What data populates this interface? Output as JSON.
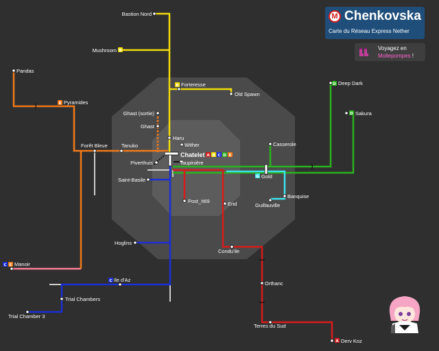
{
  "title": {
    "name": "Chenkovska",
    "subtitle": "Carte du Réseau Express Nether",
    "logo_letter": "M"
  },
  "promo": {
    "line1": "Voyagez en",
    "highlight": "Mollepompes",
    "suffix": " !"
  },
  "colors": {
    "background": "#2f2f2f",
    "zone_outer": "#4a4a4a",
    "zone_inner": "#5a5a5a",
    "line_A": "#d81b1b",
    "line_B": "#f2dc0a",
    "line_C": "#1a2fd6",
    "line_D": "#2ab31f",
    "line_E": "#f07a1a",
    "line_G": "#3fe3ee",
    "line_pink": "#ff7f9c",
    "title_bg": "#1f4e7a"
  },
  "lines": [
    "A",
    "B",
    "C",
    "D",
    "E"
  ],
  "stations": {
    "bastion_nord": "Bastion Nord",
    "mushroom": "Mushroom",
    "pandas": "Pandas",
    "pyramides": "Pyramides",
    "forteresse": "Forteresse",
    "old_spawn": "Old Spawn",
    "ghast_sortie": "Ghast (sortie)",
    "ghast": "Ghast",
    "deep_dark": "Deep Dark",
    "sakura": "Sakura",
    "haru": "Haru",
    "wither": "Wither",
    "foret_bleue": "Forêt Bleue",
    "tanuko": "Tanuko",
    "chatelet": "Chatelet",
    "casserole": "Casserole",
    "piverthuis": "Piverthuis",
    "taupiniere": "Taupinière",
    "gold": "Gold",
    "saint_basile": "Saint-Basile",
    "banquise": "Banquise",
    "guillauville": "Guillauville",
    "post_it69": "Post_It69",
    "end": "End",
    "hoglins": "Hoglins",
    "condu_ile": "Condu'ile",
    "manoir": "Manoir",
    "ile_daz": "Ile d'Az",
    "orthanc": "Orthanc",
    "trial_chambers": "Trial Chambers",
    "trial_chamber_3": "Trial Chamber 3",
    "terres_du_sud": "Terres du Sud",
    "derv_koz": "Derv Koz"
  },
  "badges": {
    "A": "A",
    "B": "B",
    "C": "C",
    "D": "D",
    "E": "E",
    "G": "G"
  }
}
